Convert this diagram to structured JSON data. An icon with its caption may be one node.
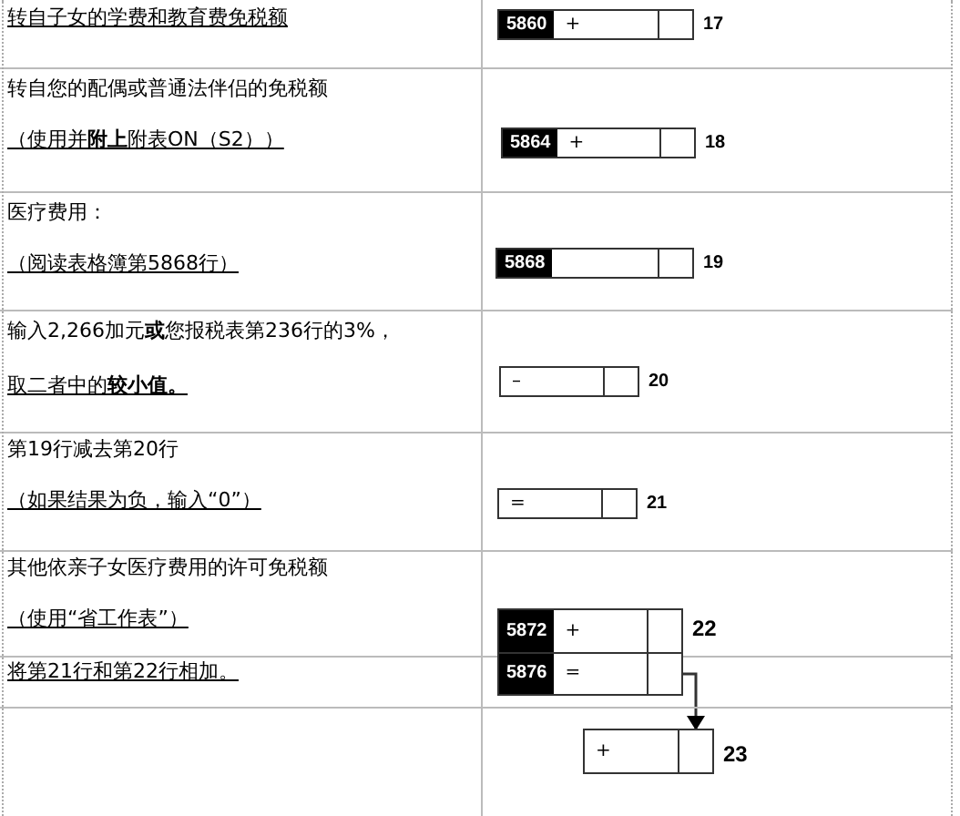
{
  "diagram": {
    "nodes": [
      {
        "text": [
          "5860",
          "+"
        ],
        "beside": [
          "17"
        ]
      },
      {
        "text": [
          "5864",
          "+"
        ],
        "beside": [
          "18"
        ]
      },
      {
        "text": [
          "5868"
        ],
        "beside": [
          "19"
        ]
      },
      {
        "text": [
          "–"
        ],
        "beside": [
          "20"
        ]
      },
      {
        "text": [
          "="
        ],
        "beside": [
          "21"
        ]
      },
      {
        "text": [
          "5872",
          "+"
        ],
        "beside": [
          "22"
        ]
      },
      {
        "text": [
          "5876",
          "="
        ]
      },
      {
        "text": [
          "+"
        ],
        "beside": [
          "23"
        ]
      }
    ],
    "edges": [
      {
        "from": 6,
        "to": 7,
        "arrow": "to"
      }
    ],
    "labels": [
      "转自子女的学费和教育费免税额",
      "转自您的配偶或普通法伴侣的免税额",
      "（使用并**附上**附表ON（S2））",
      "医疗费用：",
      "（阅读表格簿第5868行）",
      "输入2,266加元**或**您报税表第236行的3%，",
      "取二者中的**较小值。**",
      "第19行减去第20行",
      "（如果结果为负，输入“0”）",
      "其他依亲子女医疗费用的许可免税额",
      "（使用“省工作表”）",
      "将第21行和第22行相加。"
    ]
  }
}
